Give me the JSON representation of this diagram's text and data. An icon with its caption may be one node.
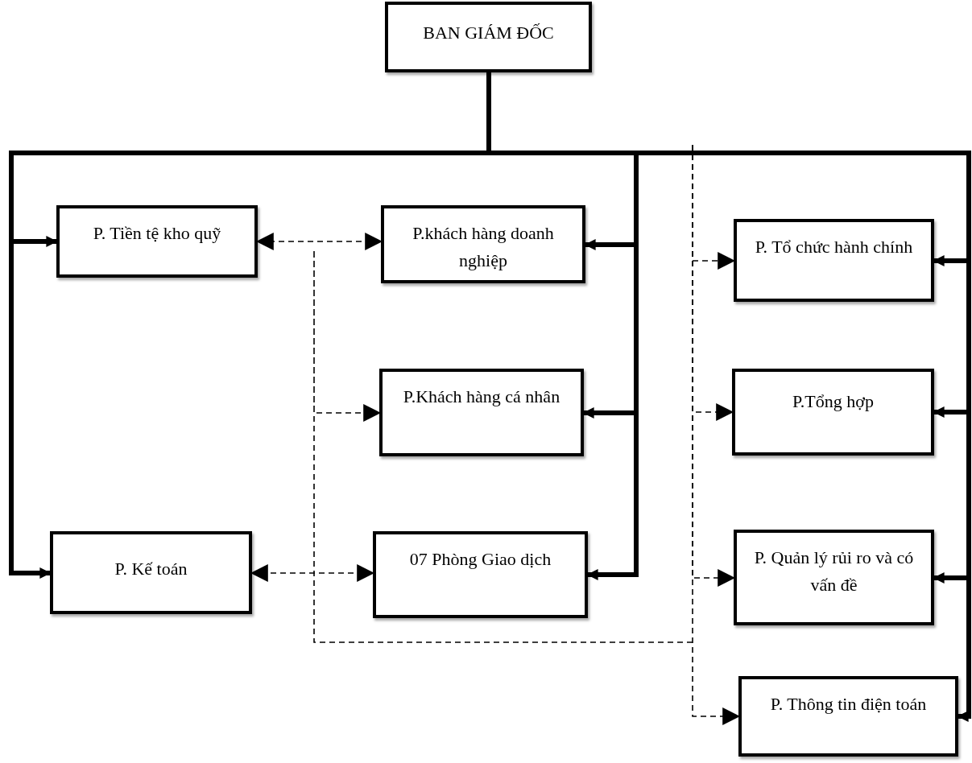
{
  "diagram": {
    "nodes": [
      {
        "text": [
          "BAN GIÁM ĐỐC"
        ]
      },
      {
        "text": [
          "P. Tiền tệ kho quỹ"
        ]
      },
      {
        "text": [
          "P.khách hàng doanh nghiệp"
        ]
      },
      {
        "text": [
          "P.Khách hàng cá nhân"
        ]
      },
      {
        "text": [
          "P. Kế toán"
        ]
      },
      {
        "text": [
          "07 Phòng Giao dịch"
        ]
      },
      {
        "text": [
          "P. Tổ chức hành chính"
        ]
      },
      {
        "text": [
          "P.Tổng hợp"
        ]
      },
      {
        "text": [
          "P. Quản lý rủi ro và có vấn đề"
        ]
      },
      {
        "text": [
          "P. Thông tin điện toán"
        ]
      }
    ],
    "edges": [
      {
        "from": 0,
        "to": 1,
        "arrow": "to"
      },
      {
        "from": 0,
        "to": 4,
        "arrow": "to"
      },
      {
        "from": 0,
        "to": 2,
        "arrow": "to"
      },
      {
        "from": 0,
        "to": 3,
        "arrow": "to"
      },
      {
        "from": 0,
        "to": 5,
        "arrow": "to"
      },
      {
        "from": 0,
        "to": 6,
        "arrow": "to"
      },
      {
        "from": 0,
        "to": 7,
        "arrow": "to"
      },
      {
        "from": 0,
        "to": 8,
        "arrow": "to"
      },
      {
        "from": 0,
        "to": 9,
        "arrow": "to"
      },
      {
        "from": 2,
        "to": 1,
        "arrow": "both",
        "style": "dashed"
      },
      {
        "from": 5,
        "to": 4,
        "arrow": "both",
        "style": "dashed"
      },
      {
        "from": null,
        "to": 3,
        "arrow": "to",
        "style": "dashed"
      },
      {
        "from": null,
        "to": 6,
        "arrow": "to",
        "style": "dashed"
      },
      {
        "from": null,
        "to": 7,
        "arrow": "to",
        "style": "dashed"
      },
      {
        "from": null,
        "to": 8,
        "arrow": "to",
        "style": "dashed"
      },
      {
        "from": null,
        "to": 9,
        "arrow": "to",
        "style": "dashed"
      }
    ]
  }
}
